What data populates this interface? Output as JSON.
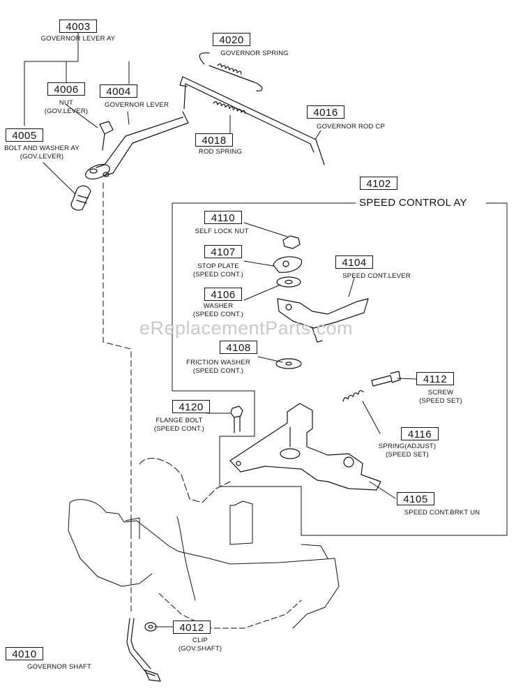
{
  "watermark": "eReplacementParts.com",
  "group_title": "SPEED CONTROL AY",
  "parts": [
    {
      "num": "4003",
      "lines": [
        "GOVERNOR LEVER AY"
      ]
    },
    {
      "num": "4020",
      "lines": [
        "GOVERNOR SPRING"
      ]
    },
    {
      "num": "4006",
      "lines": [
        "NUT",
        "(GOV.LEVER)"
      ]
    },
    {
      "num": "4004",
      "lines": [
        "GOVERNOR LEVER"
      ]
    },
    {
      "num": "4005",
      "lines": [
        "BOLT AND WASHER AY",
        "(GOV.LEVER)"
      ]
    },
    {
      "num": "4016",
      "lines": [
        "GOVERNOR ROD CP"
      ]
    },
    {
      "num": "4018",
      "lines": [
        "ROD SPRING"
      ]
    },
    {
      "num": "4102",
      "lines": []
    },
    {
      "num": "4110",
      "lines": [
        "SELF LOCK NUT"
      ]
    },
    {
      "num": "4107",
      "lines": [
        "STOP PLATE",
        "(SPEED CONT.)"
      ]
    },
    {
      "num": "4104",
      "lines": [
        "SPEED CONT.LEVER"
      ]
    },
    {
      "num": "4106",
      "lines": [
        "WASHER",
        "(SPEED CONT.)"
      ]
    },
    {
      "num": "4108",
      "lines": [
        "FRICTION WASHER",
        "(SPEED CONT.)"
      ]
    },
    {
      "num": "4112",
      "lines": [
        "SCREW",
        "(SPEED SET)"
      ]
    },
    {
      "num": "4120",
      "lines": [
        "FLANGE BOLT",
        "(SPEED CONT.)"
      ]
    },
    {
      "num": "4116",
      "lines": [
        "SPRING(ADJUST)",
        "(SPEED SET)"
      ]
    },
    {
      "num": "4105",
      "lines": [
        "SPEED CONT.BRKT UN"
      ]
    },
    {
      "num": "4012",
      "lines": [
        "CLIP",
        "(GOV.SHAFT)"
      ]
    },
    {
      "num": "4010",
      "lines": [
        "GOVERNOR SHAFT"
      ]
    }
  ]
}
